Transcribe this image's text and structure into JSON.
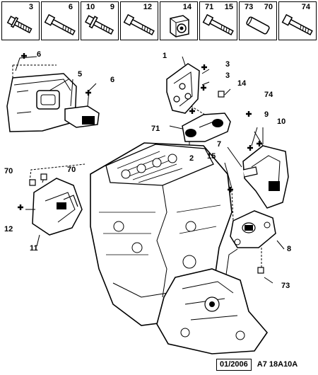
{
  "fastener_strip": [
    {
      "left": "3",
      "right": "",
      "icon": "bolt-flange-icon"
    },
    {
      "left": "",
      "right": "6",
      "icon": "bolt-long-icon"
    },
    {
      "left": "10",
      "right": "9",
      "icon": "bolt-washer-icon"
    },
    {
      "left": "",
      "right": "12",
      "icon": "bolt-long-icon"
    },
    {
      "left": "",
      "right": "14",
      "icon": "cage-nut-icon"
    },
    {
      "left": "71",
      "right": "15",
      "icon": "bolt-long-icon"
    },
    {
      "left": "73",
      "right": "70",
      "icon": "spacer-sleeve-icon"
    },
    {
      "left": "",
      "right": "74",
      "icon": "bolt-long-icon"
    }
  ],
  "callouts": {
    "c1": "1",
    "c3a": "3",
    "c3b": "3",
    "c14": "14",
    "c71": "71",
    "c2": "2",
    "c6a": "6",
    "c5": "5",
    "c6b": "6",
    "c74": "74",
    "c9": "9",
    "c10": "10",
    "c7": "7",
    "c15": "15",
    "c70a": "70",
    "c70b": "70",
    "c12": "12",
    "c11": "11",
    "c8": "8",
    "c73": "73"
  },
  "footer": {
    "date": "01/2006",
    "reference": "A7 18A10A"
  }
}
